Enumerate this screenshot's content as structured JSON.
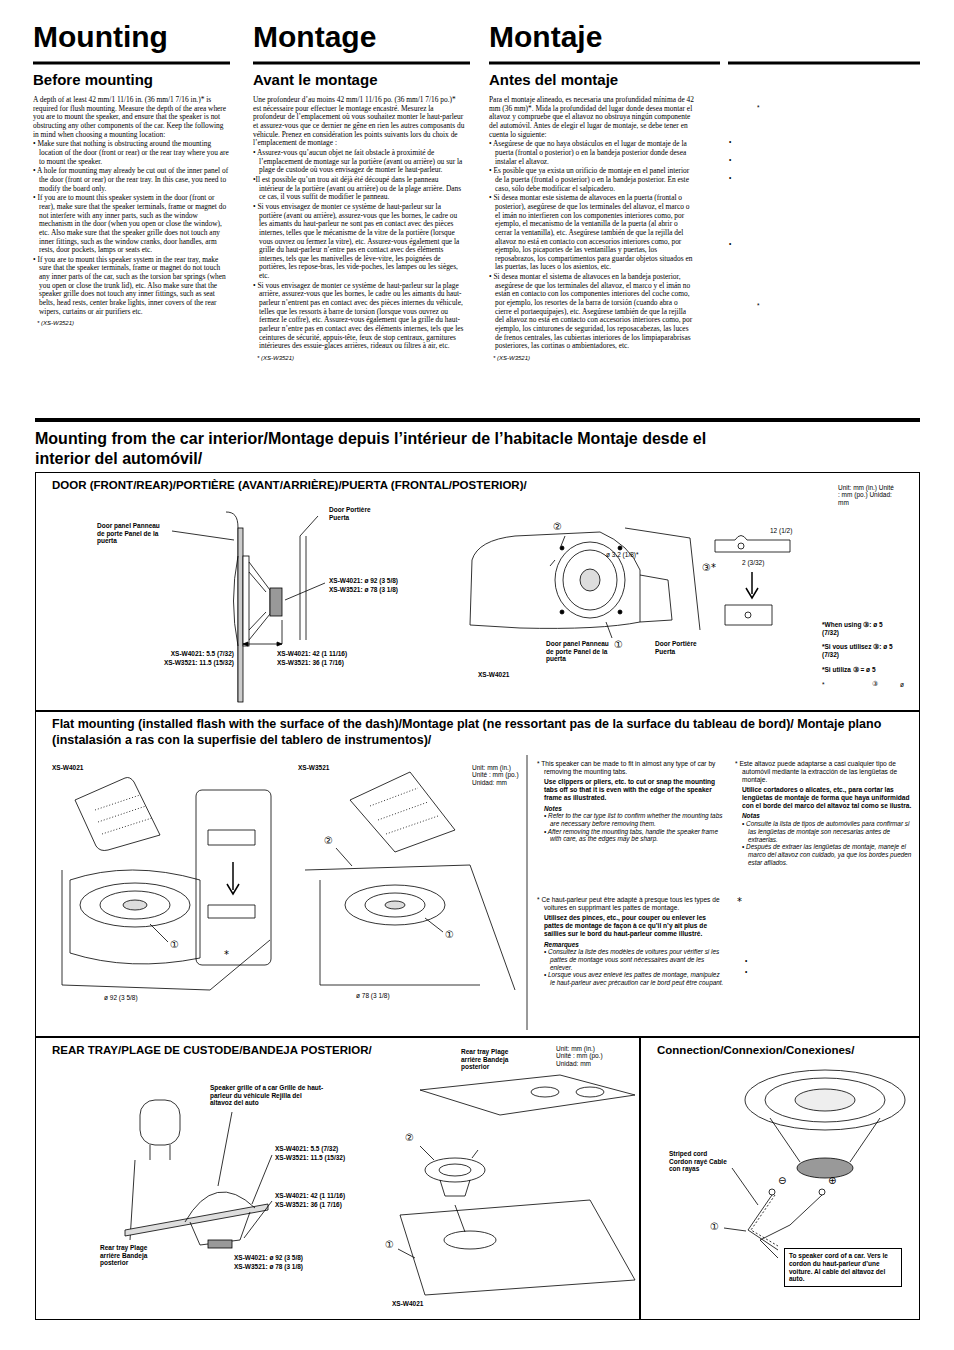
{
  "diagram": {
    "nodes": [
      {
        "text": [
          "Mounting from the car interior/Montage depuis l’intérieur de l’habitacle Montaje desde el interior del automóvil/"
        ]
      },
      {
        "text": [
          "DOOR (FRONT/REAR)/PORTIÈRE (AVANT/ARRIÈRE)/PUERTA (FRONTAL/POSTERIOR)/"
        ],
        "in": 0
      },
      {
        "text": [
          "Flat mounting (installed flash with the surface of the dash)/Montage plat (ne ressortant pas de la surface du tableau de bord)/ Montaje plano (instalasión a ras con la superfisie del tablero de instrumentos)/"
        ],
        "in": 0
      },
      {
        "text": [
          "REAR TRAY/PLAGE DE CUSTODE/BANDEJA POSTERIOR/"
        ],
        "in": 0
      },
      {
        "text": [
          "Connection/Connexion/Conexiones/"
        ],
        "in": 0
      },
      {
        "text": [
          "To speaker cord of a car. Vers le cordon du haut-parleur d’une voiture. Al cable del altavoz del auto."
        ],
        "in": 4
      }
    ],
    "labels": [
      "Mounting",
      "Montage",
      "Montaje",
      "Before mounting",
      "A depth of at least 42 mm/1 11/16 in. (36 mm/1 7/16 in.)* is required for flush mounting. Measure the depth of the area where you are to mount the speaker, and ensure that the speaker is not obstructing any other components of the car. Keep the following in mind when choosing a mounting location:",
      "• Make sure that nothing is obstructing around the mounting location of the door (front or rear) or the rear tray where you are to mount the speaker.",
      "• A hole for mounting may already be cut out of the inner panel of the door (front or rear) or the rear tray. In this case, you need to modify the board only.",
      "• If you are to mount this speaker system in the door (front or rear), make sure that the speaker terminals, frame or magnet do not interfere with any inner parts, such as the window mechanism in the door (when you open or close the window), etc. Also make sure that the speaker grille does not touch any inner fittings, such as the window cranks, door handles, arm rests, door pockets, lamps or seats etc.",
      "• If you are to mount this speaker system in the rear tray, make sure that the speaker terminals, frame or magnet do not touch any inner parts of the car, such as the torsion bar springs (when you open or close the trunk lid), etc. Also make sure that the speaker grille does not touch any inner fittings, such as seat belts, head rests, center brake lights, inner covers of the rear wipers, curtains or air purifiers etc.",
      "* (XS-W3521)",
      "Avant le montage",
      "Une profondeur d’au moins 42 mm/1 11/16 po. (36 mm/1 7/16 po.)* est nécessaire pour effectuer le montage encastré. Mesurez la profondeur de l’emplacement où vous souhaitez monter le haut-parleur et assurez-vous que ce dernier ne gêne en rien les autres composants du véhicule. Prenez en considération les points suivants lors du choix de l’emplacement de montage :",
      "• Assurez-vous qu’aucun objet ne fait obstacle à proximité de l’emplacement de montage sur la portière (avant ou arrière) ou sur la plage de custode où vous envisagez de monter le haut-parleur.",
      "•Il est possible qu’un trou ait déjà été découpé dans le panneau intérieur de la portière (avant ou arrière) ou de la plage arrière. Dans ce cas, il vous suffit de modifier le panneau.",
      "• Si vous envisagez de monter ce système de haut-parleur sur la portière (avant ou arrière), assurez-vous que les bornes, le cadre ou les aimants du haut-parleur ne sont pas en contact avec des pièces internes, telles que le mécanisme de la vitre de la portière (lorsque vous ouvrez ou fermez la vitre), etc. Assurez-vous également que la grille du haut-parleur n’entre pas en contact avec des éléments internes, tels que les manivelles de lève-vitre, les poignées de portières, les repose-bras, les vide-poches, les lampes ou les sièges, etc.",
      "• Si vous envisagez de monter ce système de haut-parleur sur la plage arrière, assurez-vous que les bornes, le cadre ou les aimants du haut-parleur n’entrent pas en contact avec des pièces internes du véhicule, telles que les ressorts à barre de torsion (lorsque vous ouvrez ou fermez le coffre), etc. Assurez-vous également que la grille du haut-parleur n’entre pas en contact avec des éléments internes, tels que les ceintures de sécurité, appuis-tête, feux de stop centraux, garnitures intérieures des essuie-glaces arrières, rideaux ou filtres à air, etc.",
      "* (XS-W3521)",
      "Antes del montaje",
      "Para el montaje alineado, es necesaria una profundidad mínima de 42 mm (36 mm)*. Mida la profundidad del lugar donde desea montar el altavoz y compruebe que el altavoz no obstruya ningún componente del automóvil. Antes de elegir el lugar de montaje, se debe tener en cuenta lo siguiente:",
      "• Asegúrese de que no haya obstáculos en el lugar de montaje de la puerta (frontal o posterior) o en la bandeja posterior donde desea instalar el altavoz.",
      "• Es posible que ya exista un orificio de montaje en el panel interior de la puerta (frontal o posterior) o en la bandeja posterior. En este caso, sólo debe modificar el salpicadero.",
      "• Si desea montar este sistema de altavoces en la puerta (frontal o posterior), asegúrese de que los terminales del altavoz, el marco o el imán no interfieren con los componentes interiores como, por ejemplo, el mecanismo de la ventanilla de la puerta (al abrir o cerrar la ventanilla), etc. Asegúrese también de que la rejilla del altavoz no está en contacto con accesorios interiores como, por ejemplo, los picaportes de las ventanillas y puertas, los reposabrazos, los compartimentos para guardar objetos situados en las puertas, las luces o los asientos, etc.",
      "• Si desea montar el sistema de altavoces en la bandeja posterior, asegúrese de que los terminales del altavoz, el marco y el imán no están en contacto con los componentes interiores del coche como, por ejemplo, los resortes de la barra de torsión (cuando abra o cierre el portaequipajes), etc. Asegúrese también de que la rejilla del altavoz no está en contacto con accesorios interiores como, por ejemplo, los cinturones de seguridad, los reposacabezas, las luces de frenos centrales, las cubiertas interiores de los limpiaparabrisas posteriores, las cortinas o ambientadores, etc.",
      "* (XS-W3521)",
      "*",
      "•",
      "•",
      "•",
      "•",
      "*",
      "Unit: mm (in.) Unité : mm (po.) Unidad: mm",
      "Door panel Panneau de porte Panel de la puerta",
      "Door Portière Puerta",
      "XS-W4021: ø 92 (3 5/8)",
      "XS-W3521: ø 78 (3 1/8)",
      "XS-W4021: 5.5 (7/32)",
      "XS-W3521: 11.5 (15/32)",
      "XS-W4021: 42 (1 11/16)",
      "XS-W3521: 36 (1 7/16)",
      "②",
      "ø 3.2 (1/8)*",
      "③*",
      "2 (3/32)",
      "12 (1/2)",
      "①",
      "Door panel Panneau de porte Panel de la puerta",
      "Door Portière Puerta",
      "XS-W4021",
      "*When using ③: ø 5 (7/32)",
      "*Si vous utilisez ③: ø 5 (7/32)",
      "*Si utiliza ③ = ø 5",
      "*",
      "③",
      "ø",
      "XS-W4021",
      "XS-W3521",
      "Unit: mm (in.) Unité : mm (po.) Unidad: mm",
      "①",
      "*",
      "ø 92 (3 5/8)",
      "②",
      "①",
      "ø 78 (3 1/8)",
      "* This speaker can be made to fit in almost any type of car by removing the mounting tabs.",
      "Use clippers or pliers, etc. to cut or snap the mounting tabs off so that it is even with the edge of the speaker frame as illustrated.",
      "Notes",
      "• Refer to the car type list to confirm whether the mounting tabs are necessary before removing them.",
      "• After removing the mounting tabs, handle the speaker frame with care, as the edges may be sharp.",
      "* Ce haut-parleur peut être adapté à presque tous les types de voitures en supprimant les pattes de montage.",
      "Utilisez des pinces, etc., pour couper ou enlever les pattes de montage de façon à ce qu’il n’y ait plus de saillies sur le bord du haut-parleur comme illustré.",
      "Remarques",
      "• Consultez la liste des modèles de voitures pour vérifier si les pattes de montage vous sont nécessaires avant de les enlever.",
      "• Lorsque vous avez enlevé les pattes de montage, manipulez le haut-parleur avec précaution car le bord peut être coupant.",
      "* Este altavoz puede adaptarse a casi cualquier tipo de automóvil mediante la extracción de las lengüetas de montaje.",
      "Utilice cortadores o alicates, etc., para cortar las lengüetas de montaje de forma que haya uniformidad con el borde del marco del altavoz tal como se ilustra.",
      "Notas",
      "• Consulte la lista de tipos de automóviles para confirmar si las lengüetas de montaje son necesarias antes de extraerlas.",
      "• Después de extraer las lengüetas de montaje, maneje el marco del altavoz con cuidado, ya que los bordes pueden estar afilados.",
      "*",
      "•",
      "•",
      "Speaker grille of a car Grille de haut-parleur du véhicule Rejilla del altavoz del auto",
      "XS-W4021: 5.5 (7/32)",
      "XS-W3521: 11.5 (15/32)",
      "XS-W4021: 42 (1 11/16)",
      "XS-W3521: 36 (1 7/16)",
      "Rear tray Plage arrière Bandeja posterior",
      "XS-W4021: ø 92 (3 5/8)",
      "XS-W3521: ø 78 (3 1/8)",
      "Rear tray Plage arrière Bandeja posterior",
      "Unit: mm (in.) Unité : mm (po.) Unidad: mm",
      "②",
      "①",
      "XS-W4021",
      "Striped cord Cordon rayé Cable con rayas",
      "⊖",
      "⊕",
      "①"
    ]
  }
}
